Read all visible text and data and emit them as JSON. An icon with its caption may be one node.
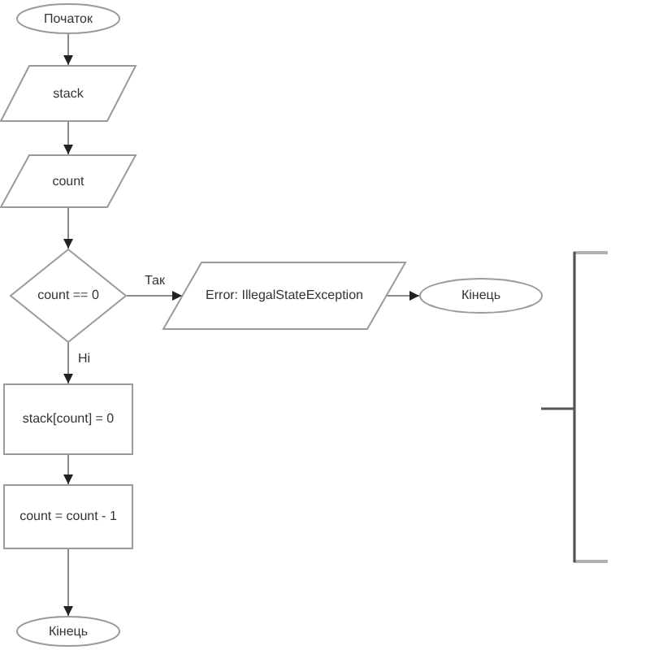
{
  "diagram": {
    "nodes": [
      {
        "text": [
          "Початок"
        ]
      },
      {
        "text": [
          "stack"
        ]
      },
      {
        "text": [
          "count"
        ]
      },
      {
        "text": [
          "count == 0"
        ]
      },
      {
        "text": [
          "Error: IllegalStateException"
        ]
      },
      {
        "text": [
          "Кінець"
        ]
      },
      {
        "text": [
          "stack[count] = 0"
        ]
      },
      {
        "text": [
          "count = count - 1"
        ]
      },
      {
        "text": [
          "Кінець"
        ]
      }
    ],
    "edges": [
      {
        "from": 0,
        "to": 1,
        "arrow": "to"
      },
      {
        "from": 1,
        "to": 2,
        "arrow": "to"
      },
      {
        "from": 2,
        "to": 3,
        "arrow": "to"
      },
      {
        "from": 3,
        "to": 4,
        "arrow": "to",
        "label": "Так"
      },
      {
        "from": 4,
        "to": 5,
        "arrow": "to"
      },
      {
        "from": 3,
        "to": 6,
        "arrow": "to",
        "label": "Ні"
      },
      {
        "from": 6,
        "to": 7,
        "arrow": "to"
      },
      {
        "from": 7,
        "to": 8,
        "arrow": "to"
      }
    ]
  }
}
